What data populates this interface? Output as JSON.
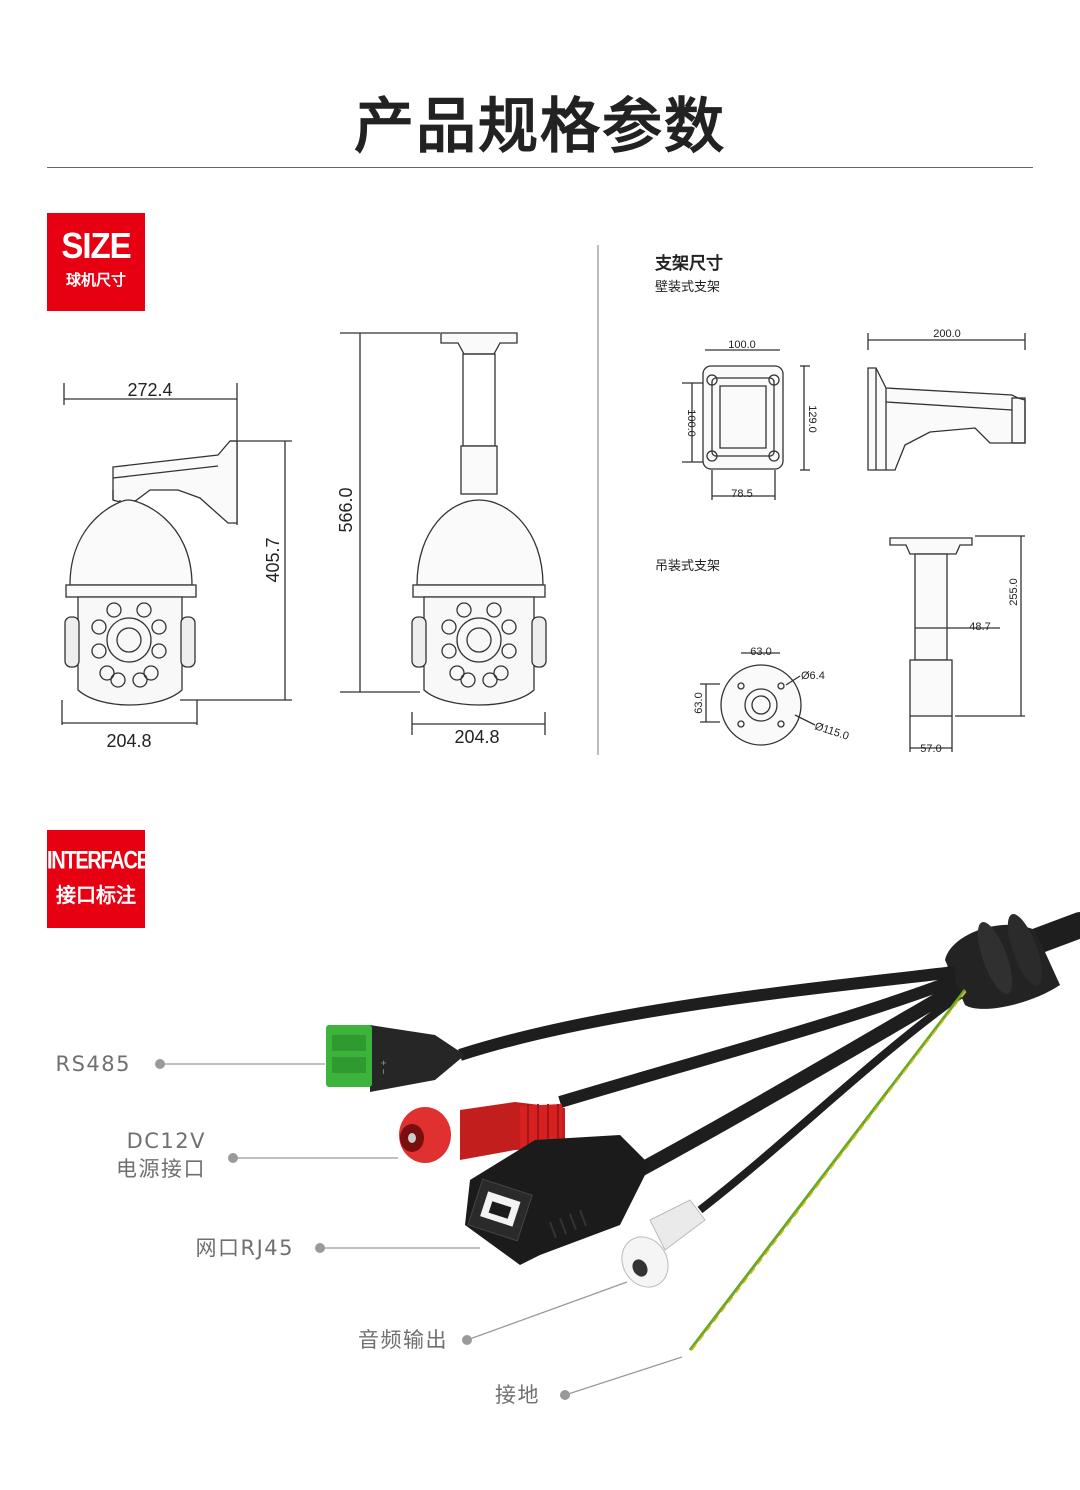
{
  "page": {
    "title": "产品规格参数"
  },
  "size_badge": {
    "en": "SIZE",
    "cn": "球机尺寸"
  },
  "interface_badge": {
    "en": "INTERFACE",
    "cn": "接口标注"
  },
  "camera_dims": {
    "wall_width": "272.4",
    "wall_height": "405.7",
    "wall_base": "204.8",
    "pendant_height": "566.0",
    "pendant_base": "204.8"
  },
  "bracket": {
    "heading": "支架尺寸",
    "wall_mount_label": "壁装式支架",
    "wall_top_width": "100.0",
    "wall_left_height": "100.0",
    "wall_right_height": "129.0",
    "wall_bottom_width": "78.5",
    "wall_side_length": "200.0",
    "pendant_mount_label": "吊装式支架",
    "pendant_top_width": "63.0",
    "pendant_left_height": "63.0",
    "pendant_hole": "Ø6.4",
    "pendant_diameter": "Ø115.0",
    "pendant_height": "255.0",
    "pendant_mid_width": "48.7",
    "pendant_bottom_width": "57.0"
  },
  "interfaces": [
    {
      "line1": "RS485",
      "line2": ""
    },
    {
      "line1": "DC12V",
      "line2": "电源接口"
    },
    {
      "line1": "网口RJ45",
      "line2": ""
    },
    {
      "line1": "音频输出",
      "line2": ""
    },
    {
      "line1": "接地",
      "line2": ""
    }
  ],
  "colors": {
    "accent_red": "#e60012",
    "rs485_green": "#3cb43c",
    "dc_red": "#d92020",
    "cable_black": "#1e1e1e"
  }
}
